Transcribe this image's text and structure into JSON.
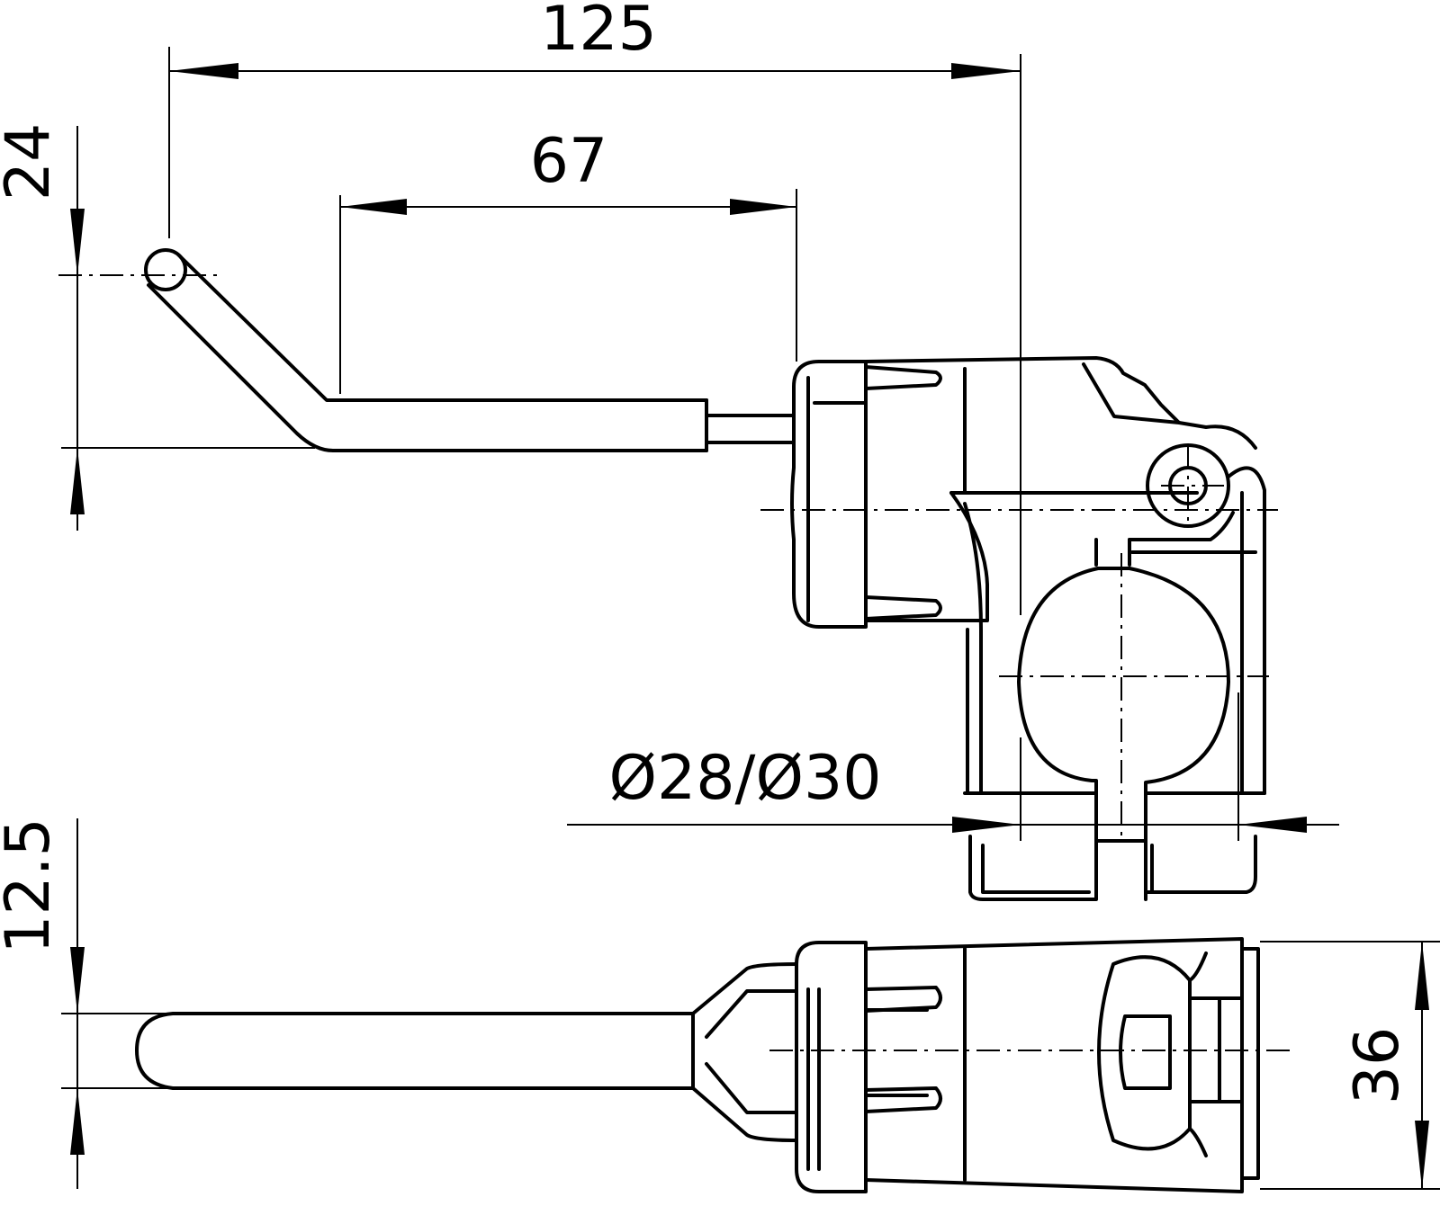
{
  "dimensions": {
    "overall_length": "125",
    "handle_length": "67",
    "lever_height": "24",
    "lever_thickness": "12.5",
    "clamp_bore": "Ø28/Ø30",
    "body_width": "36"
  }
}
